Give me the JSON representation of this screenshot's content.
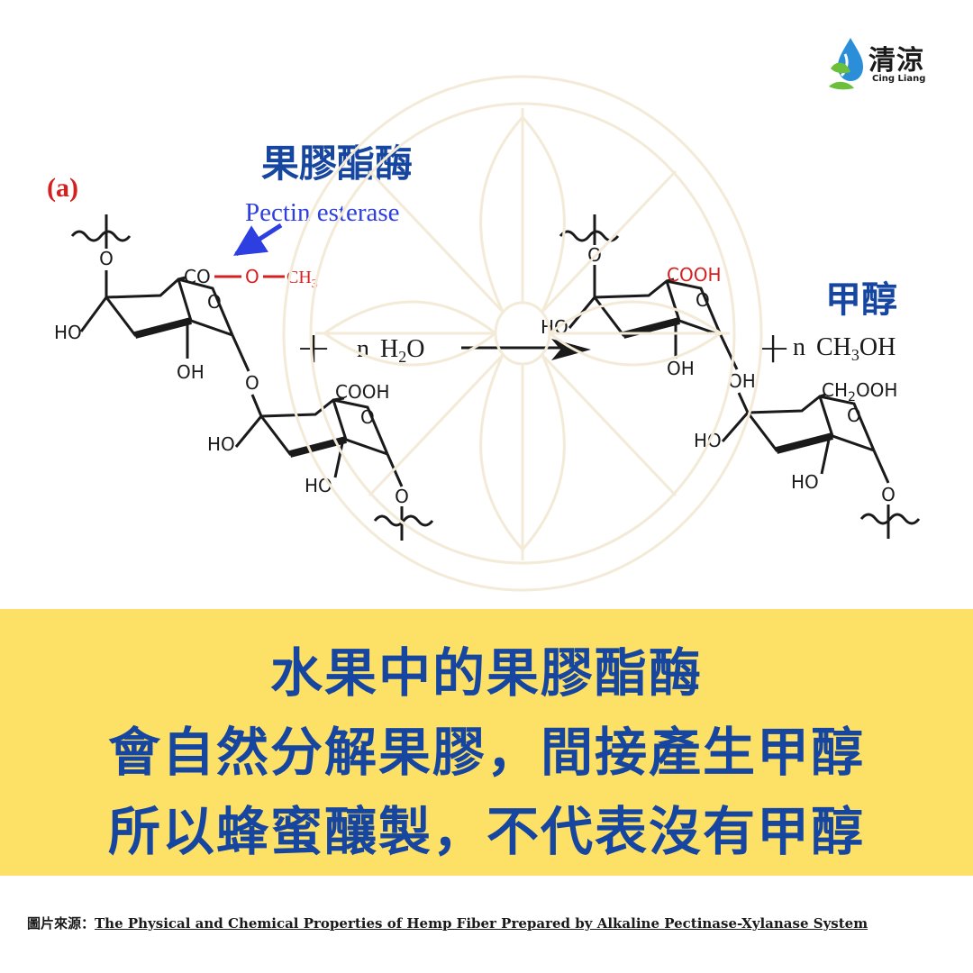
{
  "diagram": {
    "panel_label": "(a)",
    "enzyme_zh": "果膠酯酶",
    "enzyme_en": "Pectin esterase",
    "product_zh": "甲醇",
    "plus": "+",
    "reactant": {
      "n": "n",
      "h": "H",
      "sub": "2",
      "o": "O"
    },
    "product": {
      "n": "n",
      "ch": "CH",
      "sub": "3",
      "oh": "OH"
    },
    "ester_co": "CO",
    "ester_o": "O",
    "ester_ch": "CH",
    "ester_sub": "3",
    "cooh": "COOH",
    "ch2ooh": "CH",
    "ch2ooh_sub": "2",
    "ch2ooh_rest": "OOH",
    "ho": "HO",
    "oh": "OH",
    "ring_o": "O",
    "link_o": "O",
    "colors": {
      "red": "#d42020",
      "blue": "#1646a0",
      "arrow_blue": "#2d3fe0",
      "black": "#1a1a1a"
    }
  },
  "brand": {
    "name": "清涼",
    "sub": "Cing Liang"
  },
  "banner": {
    "line1": "水果中的果膠酯酶",
    "line2": "會自然分解果膠，間接產生甲醇",
    "line3": "所以蜂蜜釀製，不代表沒有甲醇",
    "bg": "#fde066",
    "text_color": "#1646a0"
  },
  "source": {
    "label": "圖片來源：",
    "title": "The Physical and Chemical Properties of Hemp Fiber Prepared by Alkaline Pectinase-Xylanase System"
  }
}
